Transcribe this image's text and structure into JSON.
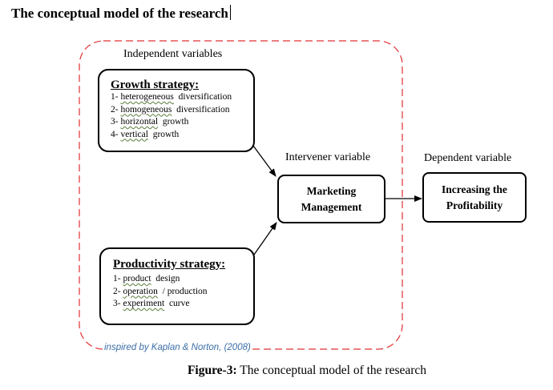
{
  "title": "The conceptual model of the research",
  "labels": {
    "independent": "Independent variables",
    "intervener": "Intervener variable",
    "dependent": "Dependent variable"
  },
  "growth": {
    "title": "Growth strategy:",
    "items": [
      {
        "num": "1- ",
        "word": "heterogeneous",
        "rest": "  diversification"
      },
      {
        "num": "2- ",
        "word": "homogeneous",
        "rest": "  diversification"
      },
      {
        "num": "3- ",
        "word": "horizontal",
        "rest": "  growth"
      },
      {
        "num": "4- ",
        "word": "vertical",
        "rest": "  growth"
      }
    ]
  },
  "productivity": {
    "title": "Productivity strategy:",
    "items": [
      {
        "num": "1- ",
        "word": "product",
        "rest": "  design"
      },
      {
        "num": "2- ",
        "word": "operation",
        "rest": "  / production"
      },
      {
        "num": "3- ",
        "word": "experiment",
        "rest": "  curve"
      }
    ]
  },
  "marketing": {
    "line1": "Marketing",
    "line2": "Management"
  },
  "profitability": {
    "line1": "Increasing the",
    "line2": "Profitability"
  },
  "source_note": "inspired by Kaplan & Norton, (2008)",
  "caption": {
    "label": "Figure-3:",
    "text": " The conceptual model of the research"
  },
  "colors": {
    "dashed_border": "#e03030",
    "note_text": "#3a6ea8",
    "underline": "#5a7d3a"
  }
}
